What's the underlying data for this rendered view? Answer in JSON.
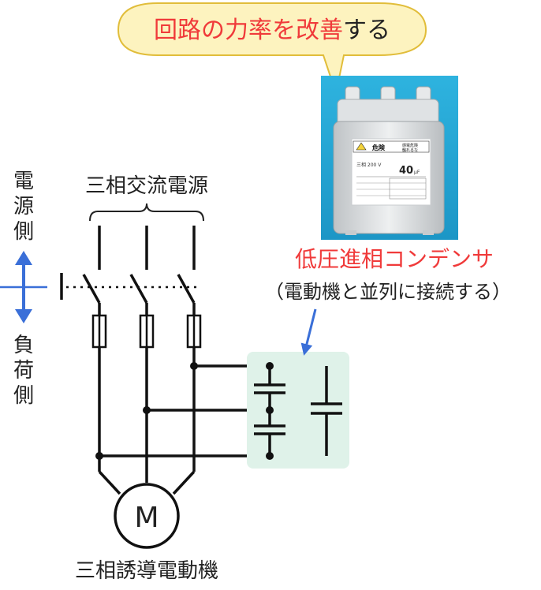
{
  "bubble": {
    "text_red": "回路の力率を改善",
    "text_black": "する"
  },
  "supply_side_label": [
    "電",
    "源",
    "側"
  ],
  "load_side_label": [
    "負",
    "荷",
    "側"
  ],
  "source_label": "三相交流電源",
  "capacitor_title": "低圧進相コンデンサ",
  "capacitor_note": "（電動機と並列に接続する）",
  "motor_symbol": "M",
  "motor_label": "三相誘導電動機",
  "product_photo": {
    "warning_label": "危険",
    "warning_text": [
      "感電危険",
      "触れるな"
    ],
    "capacity_value": "40",
    "capacity_unit": "μF",
    "spec_text": "三相 200 V"
  },
  "colors": {
    "accent_red": "#f03a3a",
    "arrow_blue": "#3a6fd8",
    "bubble_fill": "#fdf3bf",
    "bubble_stroke": "#e1bd3a",
    "capacitor_box": "#dff2e9",
    "photo_bg": "#22a7d4"
  }
}
